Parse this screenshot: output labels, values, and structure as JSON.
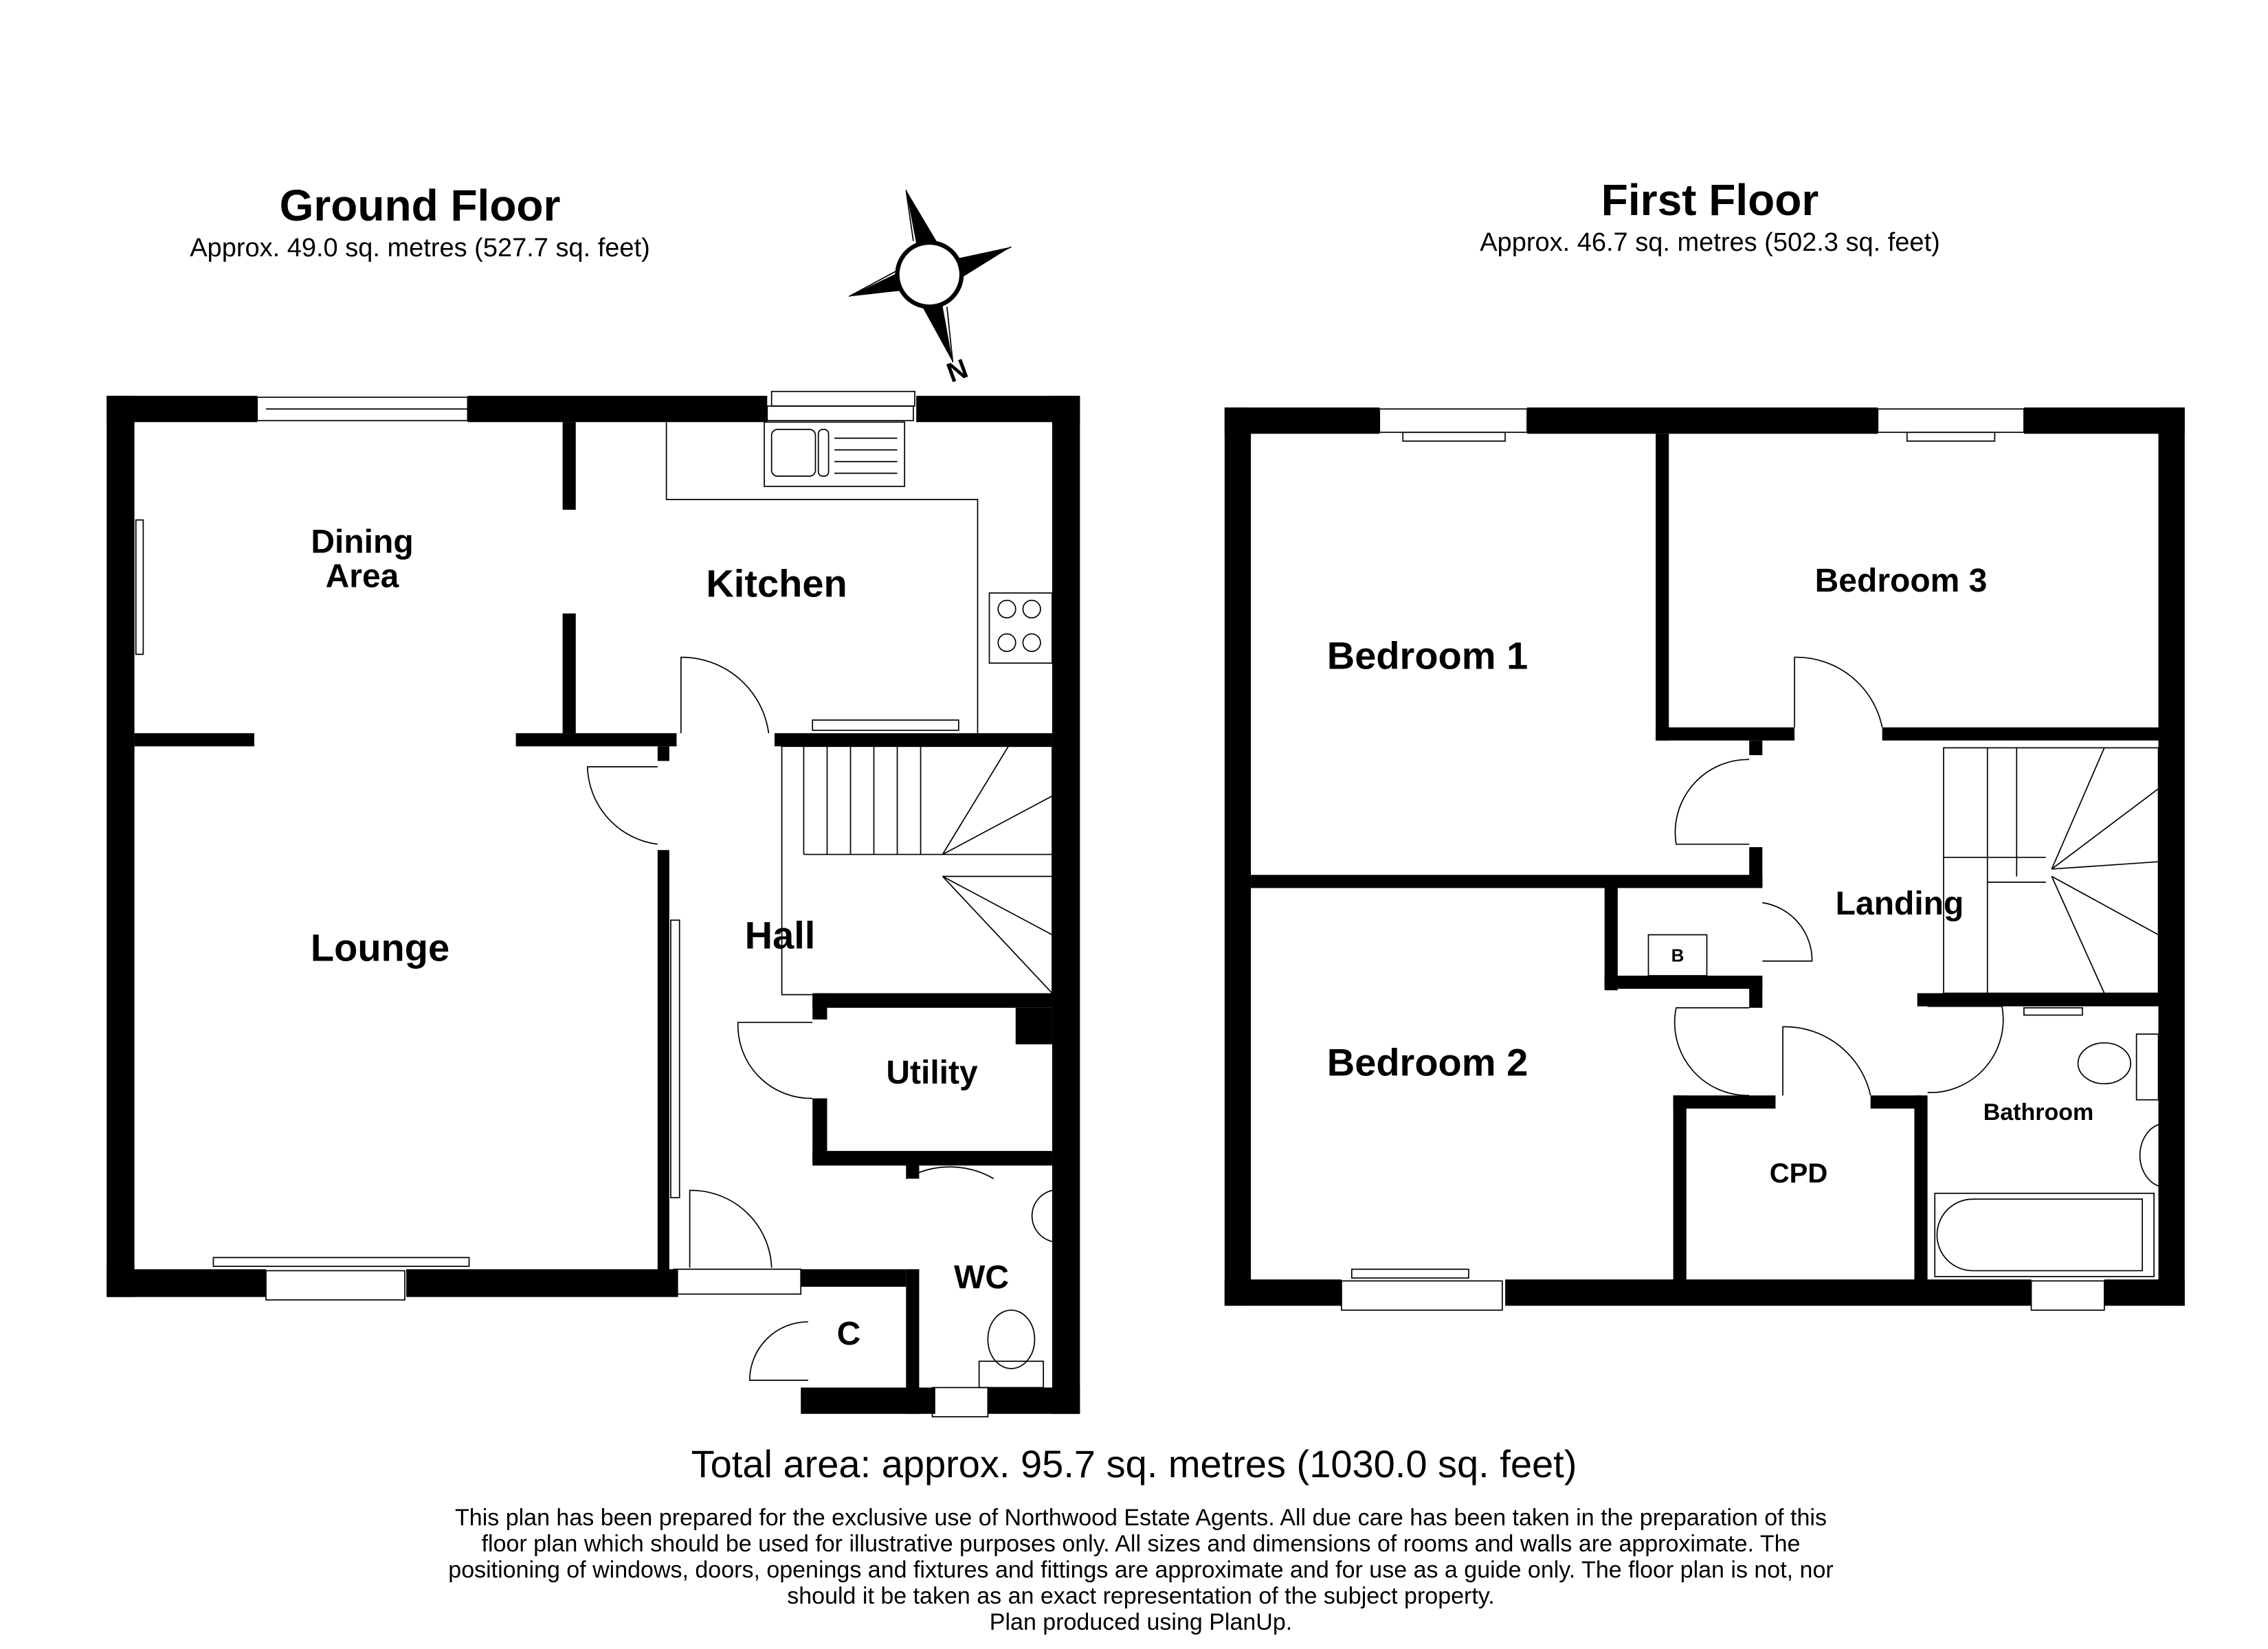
{
  "ground_floor": {
    "title": "Ground Floor",
    "area": "Approx. 49.0 sq. metres (527.7 sq. feet)",
    "rooms": {
      "dining_line1": "Dining",
      "dining_line2": "Area",
      "kitchen": "Kitchen",
      "lounge": "Lounge",
      "hall": "Hall",
      "utility": "Utility",
      "wc": "WC",
      "cupboard": "C"
    }
  },
  "first_floor": {
    "title": "First Floor",
    "area": "Approx. 46.7 sq. metres (502.3 sq. feet)",
    "rooms": {
      "bedroom1": "Bedroom 1",
      "bedroom2": "Bedroom 2",
      "bedroom3": "Bedroom 3",
      "landing": "Landing",
      "boiler": "B",
      "cpd": "CPD",
      "bathroom": "Bathroom"
    }
  },
  "compass": {
    "label": "N",
    "icon": "compass-rose-icon"
  },
  "footer": {
    "total_area": "Total area: approx. 95.7 sq. metres (1030.0 sq. feet)",
    "disclaimer_lines": [
      "This plan has been prepared for the exclusive use of Northwood Estate Agents. All due care has been taken in the preparation of this",
      "floor plan which should be used for illustrative purposes only. All sizes and dimensions of rooms and walls are approximate. The",
      "positioning of windows, doors, openings and fixtures and fittings are approximate and for use as a guide only. The floor plan is not, nor",
      "should it be taken as an exact representation of the subject property.",
      "Plan produced using PlanUp."
    ]
  },
  "colors": {
    "wall": "#000000",
    "background": "#ffffff",
    "line": "#000000"
  }
}
